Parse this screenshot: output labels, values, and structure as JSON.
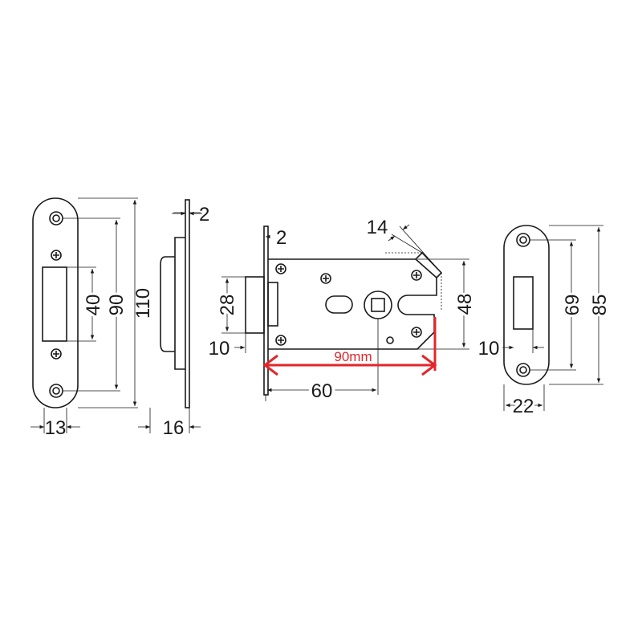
{
  "title": "Mortise lock dimension drawing",
  "colors": {
    "line": "#1a1a1a",
    "highlight": "#e2262b"
  },
  "strike_plate_left": {
    "height": "110",
    "hole_spacing": "90",
    "slot_height": "40",
    "width_offset": "13"
  },
  "side_view": {
    "plate_thickness": "2",
    "depth": "16"
  },
  "lock_body": {
    "faceplate_thickness": "2",
    "latch_height": "28",
    "latch_projection": "10",
    "backset": "60",
    "body_height": "48",
    "bevel": "14",
    "overall_length": "90mm"
  },
  "strike_plate_right": {
    "height": "85",
    "hole_spacing": "69",
    "offset": "10",
    "width": "22"
  }
}
